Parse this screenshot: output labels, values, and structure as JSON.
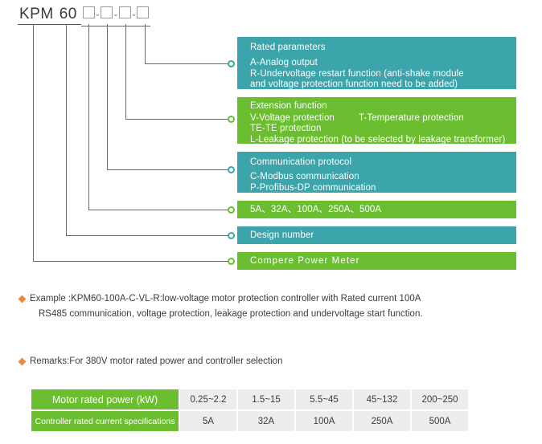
{
  "model_code": {
    "prefix": "KPM",
    "series": "60",
    "placeholder_count": 4,
    "separator": "-"
  },
  "boxes": [
    {
      "id": "rated",
      "color": "teal",
      "color_hex": "#3ba5ab",
      "title": "Rated parameters",
      "lines": [
        "A-Analog output",
        "R-Undervoltage restart function (anti-shake module",
        "and voltage protection function need to be added)"
      ]
    },
    {
      "id": "extension",
      "color": "green",
      "color_hex": "#6cbe31",
      "title": "Extension function",
      "lines": [
        "V-Voltage protection",
        "T-Temperature protection",
        "TE-TE protection",
        "L-Leakage protection (to be selected by leakage transformer)"
      ]
    },
    {
      "id": "communication",
      "color": "teal",
      "color_hex": "#3ba5ab",
      "title": "Communication protocol",
      "lines": [
        "C-Modbus communication",
        "P-Profibus-DP communication"
      ]
    },
    {
      "id": "current",
      "color": "green",
      "color_hex": "#6cbe31",
      "title": "5A、32A、100A、250A、500A",
      "lines": []
    },
    {
      "id": "design",
      "color": "teal",
      "color_hex": "#3ba5ab",
      "title": "Design number",
      "lines": []
    },
    {
      "id": "compere",
      "color": "green",
      "color_hex": "#6cbe31",
      "title": "Compere Power Meter",
      "lines": []
    }
  ],
  "notes": {
    "example_line1": "Example :KPM60-100A-C-VL-R:low-voltage motor protection controller with Rated current 100A",
    "example_line2": "RS485 communication, voltage protection, leakage protection and undervoltage start function.",
    "remarks": "Remarks:For 380V motor rated power and controller selection",
    "bullet_color": "#f0883c"
  },
  "table": {
    "rows": [
      {
        "header": "Motor rated power (kW)",
        "values": [
          "0.25~2.2",
          "1.5~15",
          "5.5~45",
          "45~132",
          "200~250"
        ]
      },
      {
        "header": "Controller rated current specifications",
        "values": [
          "5A",
          "32A",
          "100A",
          "250A",
          "500A"
        ]
      }
    ],
    "header_color": "#6cbe31",
    "cell_color": "#ededed"
  }
}
